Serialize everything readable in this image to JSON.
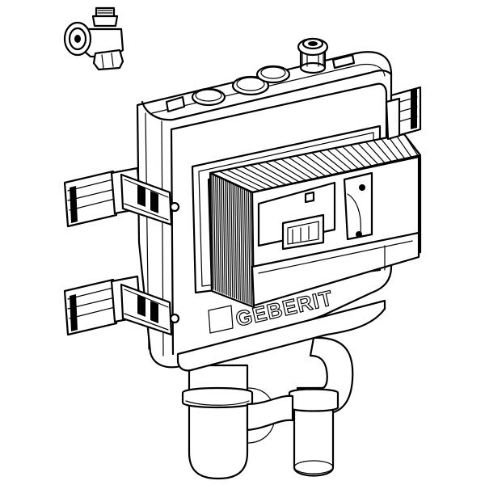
{
  "diagram": {
    "brand_text": "GEBERIT",
    "line_color": "#000000",
    "background_color": "#ffffff",
    "components": [
      {
        "name": "angle-valve",
        "icon": "valve-icon"
      },
      {
        "name": "installation-box",
        "icon": "box-icon"
      },
      {
        "name": "supply-connector",
        "icon": "connector-icon"
      },
      {
        "name": "mounting-bracket-left-top",
        "icon": "bracket-icon"
      },
      {
        "name": "mounting-bracket-left-bottom",
        "icon": "bracket-icon"
      },
      {
        "name": "mounting-bracket-right",
        "icon": "bracket-icon"
      },
      {
        "name": "protective-cover-frame",
        "icon": "frame-icon"
      },
      {
        "name": "siphon-trap",
        "icon": "trap-icon"
      }
    ]
  }
}
